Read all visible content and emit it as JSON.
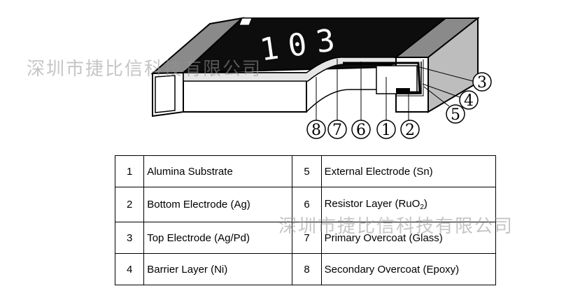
{
  "watermark": "深圳市捷比信科技有限公司",
  "chip_marking": "103",
  "callouts": [
    "8",
    "7",
    "6",
    "1",
    "2",
    "3",
    "4",
    "5"
  ],
  "legend": [
    {
      "num": "1",
      "label": "Alumina Substrate"
    },
    {
      "num": "2",
      "label": "Bottom Electrode (Ag)"
    },
    {
      "num": "3",
      "label": "Top Electrode (Ag/Pd)"
    },
    {
      "num": "4",
      "label": "Barrier Layer (Ni)"
    },
    {
      "num": "5",
      "label": "External Electrode (Sn)"
    },
    {
      "num": "6",
      "label": "Resistor Layer (RuO",
      "sub": "2",
      "tail": ")"
    },
    {
      "num": "7",
      "label": "Primary Overcoat (Glass)"
    },
    {
      "num": "8",
      "label": "Secondary Overcoat (Epoxy)"
    }
  ]
}
